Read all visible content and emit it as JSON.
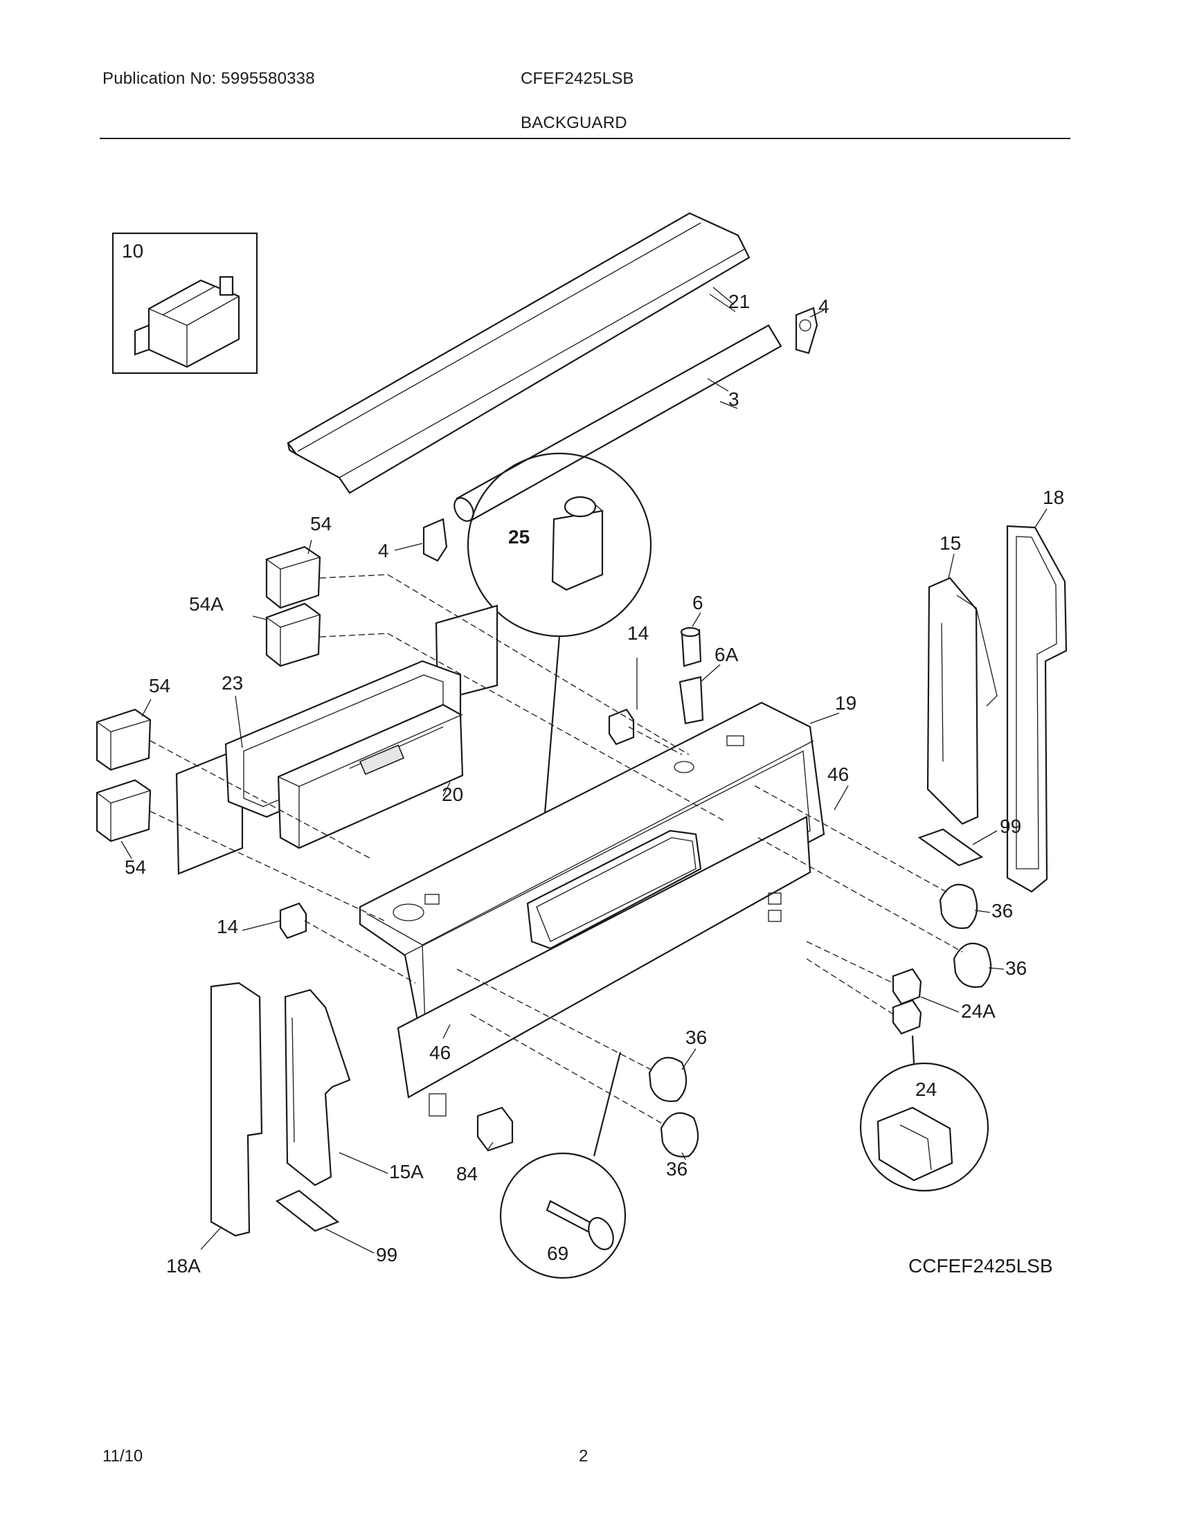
{
  "header": {
    "publication": "Publication No: 5995580338",
    "model": "CFEF2425LSB",
    "section": "BACKGUARD"
  },
  "footer": {
    "date": "11/10",
    "page": "2"
  },
  "diagram": {
    "drawing_id": "CCFEF2425LSB",
    "callouts": {
      "c10": "10",
      "c21": "21",
      "c4a": "4",
      "c3": "3",
      "c4b": "4",
      "c25": "25",
      "c54a": "54",
      "c54A": "54A",
      "c54b": "54",
      "c23": "23",
      "c20": "20",
      "c54c": "54",
      "c14a": "14",
      "c6": "6",
      "c6A": "6A",
      "c19": "19",
      "c46a": "46",
      "c15": "15",
      "c18": "18",
      "c99a": "99",
      "c36a": "36",
      "c36b": "36",
      "c24A": "24A",
      "c24": "24",
      "c14b": "14",
      "c46b": "46",
      "c36c": "36",
      "c36d": "36",
      "c84": "84",
      "c15A": "15A",
      "c69": "69",
      "c18A": "18A",
      "c99b": "99"
    }
  }
}
